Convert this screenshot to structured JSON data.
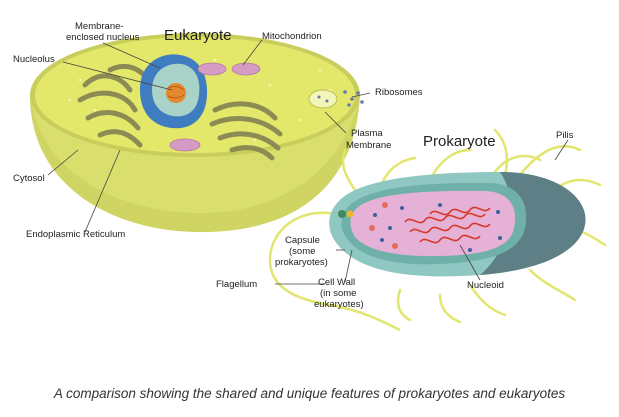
{
  "titles": {
    "eukaryote": "Eukaryote",
    "prokaryote": "Prokaryote"
  },
  "labels": {
    "membrane_nucleus": [
      "Membrane-",
      "enclosed nucleus"
    ],
    "nucleolus": "Nucleolus",
    "mitochondrion": "Mitochondrion",
    "ribosomes": "Ribosomes",
    "plasma_membrane": [
      "Plasma",
      "Membrane"
    ],
    "cytosol": "Cytosol",
    "endoplasmic_reticulum": "Endoplasmic Reticulum",
    "pilis": "Pilis",
    "capsule": [
      "Capsule",
      "(some",
      "prokaryotes)"
    ],
    "flagellum": "Flagellum",
    "cell_wall": [
      "Cell Wall",
      "(in some",
      "eukaryotes)"
    ],
    "nucleoid": "Nucleoid"
  },
  "caption": "A comparison showing the shared and unique features of prokaryotes and eukaryotes",
  "colors": {
    "cytoplasm": "#e3e86a",
    "bowl_outer": "#cfd463",
    "organelle": "#8c8b54",
    "nucleus": "#3f7dc0",
    "nucleus_inner": "#a9d2c8",
    "nucleolus": "#e5892e",
    "mitochondria": "#d59bc4",
    "prok_capsule": "#8fc8c2",
    "prok_cytoplasm": "#e6b1d6",
    "pili": "#e2e66e",
    "dna": "#d63a2a"
  }
}
